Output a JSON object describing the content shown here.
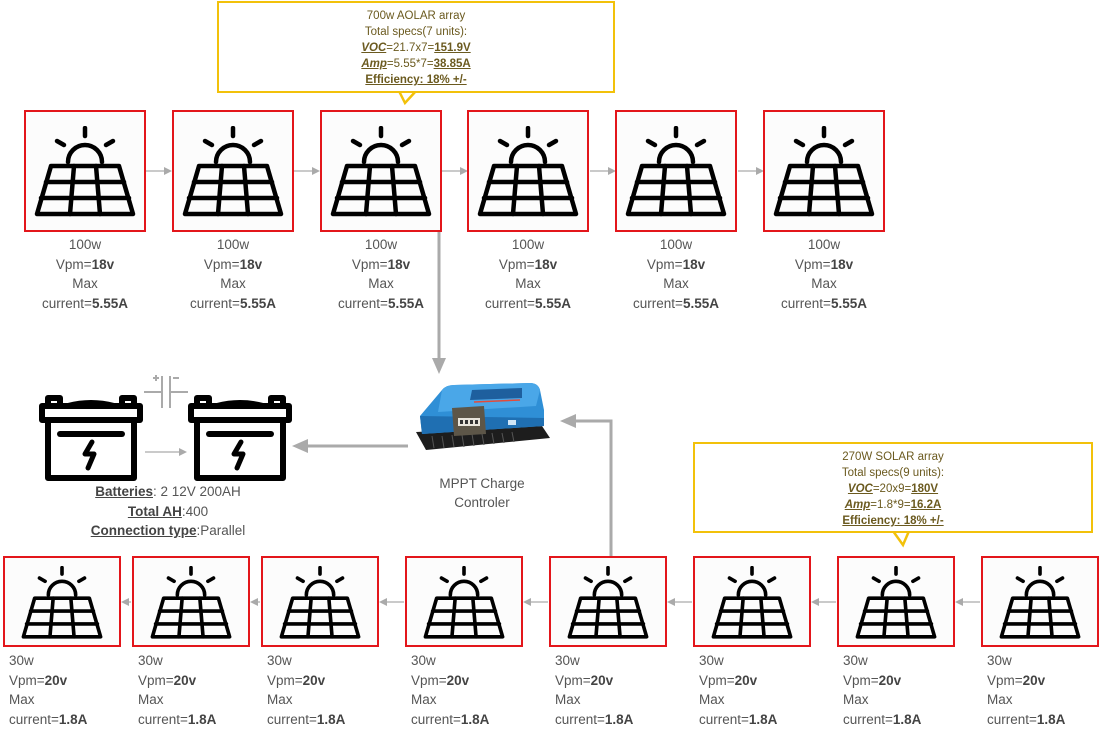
{
  "diagram": {
    "title": "Solar power system wiring diagram",
    "colors": {
      "panel_border": "#e3161b",
      "callout_border": "#f2c10a",
      "wire": "#aaaaaa",
      "controller_body": "#2f8fd6",
      "text": "#555555"
    }
  },
  "array_700w": {
    "callout": {
      "title": "700w AOLAR array",
      "subtitle": "Total specs(7 units):",
      "voc_label": "VOC",
      "voc_formula": "=21.7x7=",
      "voc_value": "151.9V",
      "amp_label": "Amp",
      "amp_formula": "=5.55*7=",
      "amp_value": "38.85A",
      "efficiency": "Efficiency: 18% +/-"
    },
    "panels": [
      {
        "icon": "solar-panel-icon",
        "power": "100w",
        "vpm_label": "Vpm=",
        "vpm": "18v",
        "max_label": "Max",
        "current_label": "current=",
        "current": "5.55A"
      },
      {
        "icon": "solar-panel-icon",
        "power": "100w",
        "vpm_label": "Vpm=",
        "vpm": "18v",
        "max_label": "Max",
        "current_label": "current=",
        "current": "5.55A"
      },
      {
        "icon": "solar-panel-icon",
        "power": "100w",
        "vpm_label": "Vpm=",
        "vpm": "18v",
        "max_label": "Max",
        "current_label": "current=",
        "current": "5.55A"
      },
      {
        "icon": "solar-panel-icon",
        "power": "100w",
        "vpm_label": "Vpm=",
        "vpm": "18v",
        "max_label": "Max",
        "current_label": "current=",
        "current": "5.55A"
      },
      {
        "icon": "solar-panel-icon",
        "power": "100w",
        "vpm_label": "Vpm=",
        "vpm": "18v",
        "max_label": "Max",
        "current_label": "current=",
        "current": "5.55A"
      },
      {
        "icon": "solar-panel-icon",
        "power": "100w",
        "vpm_label": "Vpm=",
        "vpm": "18v",
        "max_label": "Max",
        "current_label": "current=",
        "current": "5.55A"
      }
    ]
  },
  "array_270w": {
    "callout": {
      "title": "270W  SOLAR array",
      "subtitle": "Total specs(9 units):",
      "voc_label": "VOC",
      "voc_formula": "=20x9=",
      "voc_value": "180V",
      "amp_label": "Amp",
      "amp_formula": "=1.8*9=",
      "amp_value": "16.2A",
      "efficiency": "Efficiency: 18% +/-"
    },
    "panels": [
      {
        "icon": "solar-panel-icon",
        "power": "30w",
        "vpm_label": "Vpm=",
        "vpm": "20v",
        "max_label": "Max",
        "current_label": "current=",
        "current": "1.8A"
      },
      {
        "icon": "solar-panel-icon",
        "power": "30w",
        "vpm_label": "Vpm=",
        "vpm": "20v",
        "max_label": "Max",
        "current_label": "current=",
        "current": "1.8A"
      },
      {
        "icon": "solar-panel-icon",
        "power": "30w",
        "vpm_label": "Vpm=",
        "vpm": "20v",
        "max_label": "Max",
        "current_label": "current=",
        "current": "1.8A"
      },
      {
        "icon": "solar-panel-icon",
        "power": "30w",
        "vpm_label": "Vpm=",
        "vpm": "20v",
        "max_label": "Max",
        "current_label": "current=",
        "current": "1.8A"
      },
      {
        "icon": "solar-panel-icon",
        "power": "30w",
        "vpm_label": "Vpm=",
        "vpm": "20v",
        "max_label": "Max",
        "current_label": "current=",
        "current": "1.8A"
      },
      {
        "icon": "solar-panel-icon",
        "power": "30w",
        "vpm_label": "Vpm=",
        "vpm": "20v",
        "max_label": "Max",
        "current_label": "current=",
        "current": "1.8A"
      },
      {
        "icon": "solar-panel-icon",
        "power": "30w",
        "vpm_label": "Vpm=",
        "vpm": "20v",
        "max_label": "Max",
        "current_label": "current=",
        "current": "1.8A"
      },
      {
        "icon": "solar-panel-icon",
        "power": "30w",
        "vpm_label": "Vpm=",
        "vpm": "20v",
        "max_label": "Max",
        "current_label": "current=",
        "current": "1.8A"
      }
    ]
  },
  "controller": {
    "icon": "mppt-controller-icon",
    "label_line1": "MPPT Charge",
    "label_line2": "Controler"
  },
  "batteries": {
    "icons": [
      "car-battery-icon",
      "car-battery-icon"
    ],
    "parallel_symbol_icon": "capacitor-symbol-icon",
    "batteries_label": "Batteries",
    "batteries_value": ": 2 12V 200AH",
    "total_ah_label": "Total AH",
    "total_ah_value": ":400",
    "connection_label": "Connection type",
    "connection_value": ":Parallel"
  }
}
